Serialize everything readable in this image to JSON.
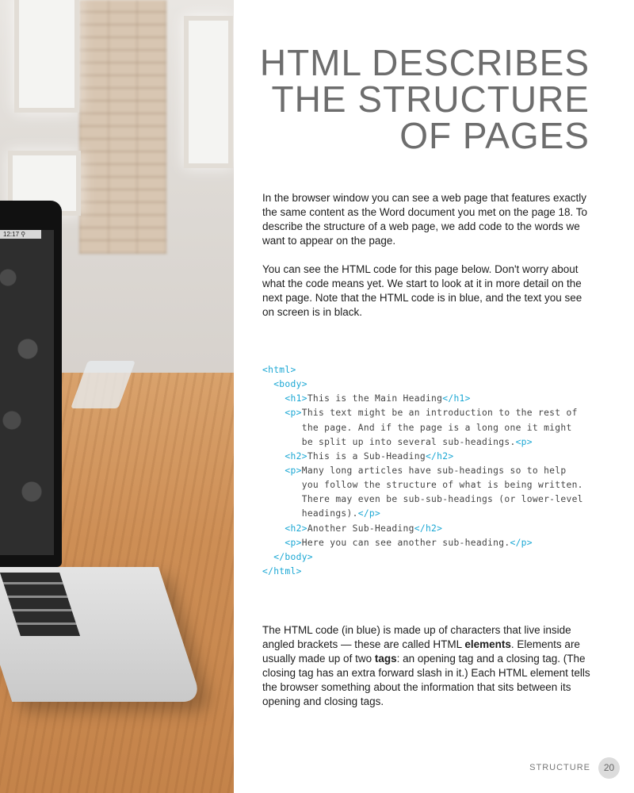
{
  "title": {
    "line1": "HTML DESCRIBES",
    "line2": "THE STRUCTURE",
    "line3": "OF PAGES"
  },
  "intro": {
    "p1": "In the browser window you can see a web page that features exactly the same content as the Word document you met on the page 18. To describe the structure of a web page, we add code to the words we want to appear on the page.",
    "p2": "You can see the HTML code for this page below. Don't worry about what the code means yet. We start to look at it in more detail on the next page. Note that the HTML code is in blue, and the text you see on screen is in black."
  },
  "code": {
    "html_open": "<html>",
    "body_open": "<body>",
    "h1_open": "<h1>",
    "h1_text": "This is the Main Heading",
    "h1_close": "</h1>",
    "p1_open": "<p>",
    "p1_l1": "This text might be an introduction to the rest of",
    "p1_l2": "the page. And if the page is a long one it might",
    "p1_l3": "be split up into several sub-headings.",
    "p1_close": "<p>",
    "h2a_open": "<h2>",
    "h2a_text": "This is a Sub-Heading",
    "h2a_close": "</h2>",
    "p2_open": "<p>",
    "p2_l1": "Many long articles have sub-headings so to help",
    "p2_l2": "you follow the structure of what is being written.",
    "p2_l3": "There may even be sub-sub-headings (or lower-level",
    "p2_l4": "headings).",
    "p2_close": "</p>",
    "h2b_open": "<h2>",
    "h2b_text": "Another Sub-Heading",
    "h2b_close": "</h2>",
    "p3_open": "<p>",
    "p3_text": "Here you can see another sub-heading.",
    "p3_close": "</p>",
    "body_close": "</body>",
    "html_close": "</html>"
  },
  "explanation": {
    "part1": "The HTML code (in blue) is made up of characters that live inside angled brackets — these are called HTML ",
    "bold1": "elements",
    "part2": ". Elements are usually made up of two ",
    "bold2": "tags",
    "part3": ": an opening tag and a closing tag. (The closing tag has an extra forward slash in it.) Each HTML element tells the browser something about the information that sits between its opening and closing tags."
  },
  "photo": {
    "clock": "12:17"
  },
  "footer": {
    "section": "STRUCTURE",
    "page_number": "20"
  },
  "colors": {
    "code_tag": "#1aa7d4",
    "title": "#6d6d6d"
  }
}
